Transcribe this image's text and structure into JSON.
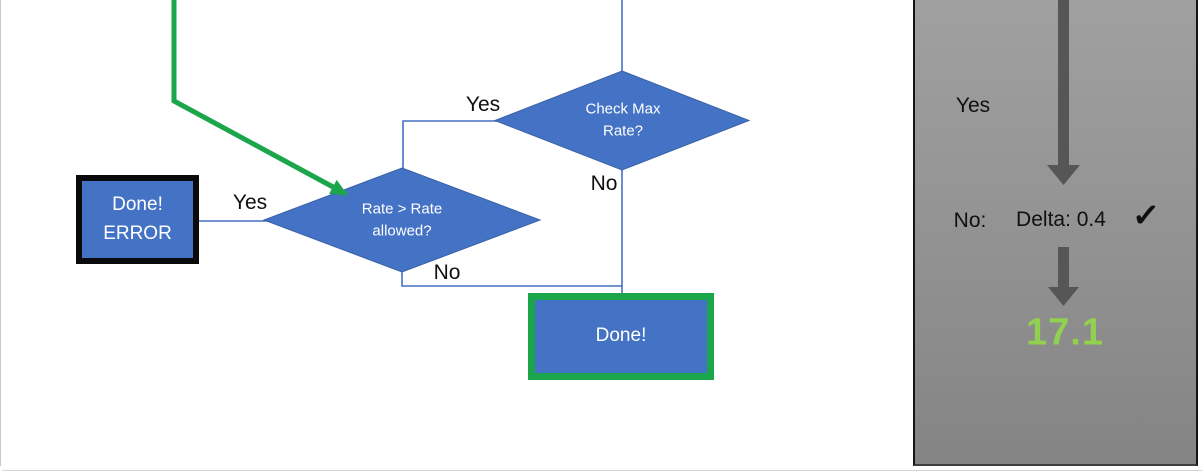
{
  "flowchart": {
    "check_max_diamond": {
      "line1": "Check Max",
      "line2": "Rate?"
    },
    "rate_diamond": {
      "line1": "Rate > Rate",
      "line2": "allowed?"
    },
    "error_box": {
      "line1": "Done!",
      "line2": "ERROR"
    },
    "done_box": {
      "label": "Done!"
    },
    "labels": {
      "check_max_yes": "Yes",
      "check_max_no": "No",
      "rate_yes": "Yes",
      "rate_no": "No"
    }
  },
  "panel": {
    "yes_label": "Yes",
    "no_label": "No:",
    "delta_text": "Delta: 0.4",
    "check_glyph": "✓",
    "result_value": "17.1"
  },
  "colors": {
    "shape_blue": "#4472C4",
    "flow_green": "#1BA64B",
    "result_green": "#92D050",
    "arrow_gray": "#565656"
  }
}
